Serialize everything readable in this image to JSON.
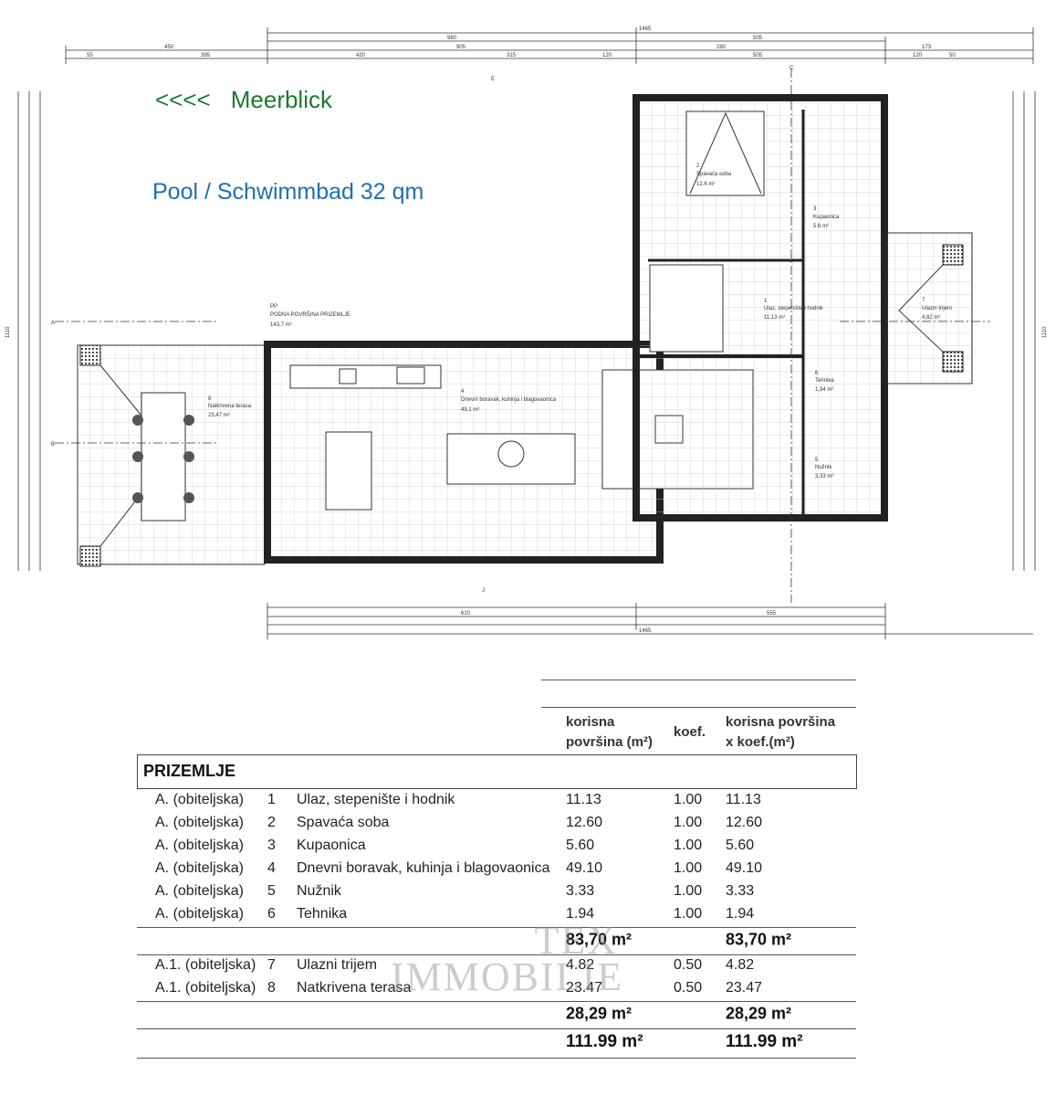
{
  "annotations": {
    "view_arrows": "<<<<",
    "view_label": "Meerblick",
    "pool_label": "Pool / Schwimmbad 32 qm"
  },
  "plan": {
    "floor_code": "PP",
    "floor_name": "PODNA POVRŠINA PRIZEMLJE",
    "floor_area": "143,7 m²",
    "rooms": [
      {
        "num": "1",
        "name": "Ulaz, stepenište i hodnik",
        "area": "11,13 m²"
      },
      {
        "num": "2",
        "name": "Spavaća soba",
        "area": "12,6 m²"
      },
      {
        "num": "3",
        "name": "Kupaonica",
        "area": "5,6 m²"
      },
      {
        "num": "4",
        "name": "Dnevni boravak, kuhinja i blagovaonica",
        "area": "49,1 m²"
      },
      {
        "num": "5",
        "name": "Nužnik",
        "area": "3,33 m²"
      },
      {
        "num": "6",
        "name": "Tehnika",
        "area": "1,94 m²"
      },
      {
        "num": "7",
        "name": "Ulazni trijem",
        "area": "4,82 m²"
      },
      {
        "num": "8",
        "name": "Natkrivena terasa",
        "area": "23,47 m²"
      }
    ],
    "section_marks": [
      "A",
      "B",
      "C",
      "J",
      "E"
    ],
    "dims_top": [
      "1465",
      "960",
      "505",
      "450",
      "905",
      "280",
      "173",
      "55",
      "395",
      "420",
      "315",
      "120",
      "505",
      "120",
      "50"
    ],
    "dims_bottom": [
      "610",
      "555",
      "1465"
    ],
    "dims_side": [
      "1110",
      "1110"
    ]
  },
  "table": {
    "headers": {
      "area": "korisna\npovršina (m²)",
      "koef": "koef.",
      "total": "korisna površina\nx koef.(m²)"
    },
    "section": "PRIZEMLJE",
    "group1": [
      {
        "type": "A. (obiteljska)",
        "num": "1",
        "name": "Ulaz, stepenište i hodnik",
        "area": "11.13",
        "koef": "1.00",
        "total": "11.13"
      },
      {
        "type": "A. (obiteljska)",
        "num": "2",
        "name": "Spavaća soba",
        "area": "12.60",
        "koef": "1.00",
        "total": "12.60"
      },
      {
        "type": "A. (obiteljska)",
        "num": "3",
        "name": "Kupaonica",
        "area": "5.60",
        "koef": "1.00",
        "total": "5.60"
      },
      {
        "type": "A. (obiteljska)",
        "num": "4",
        "name": "Dnevni boravak, kuhinja i blagovaonica",
        "area": "49.10",
        "koef": "1.00",
        "total": "49.10"
      },
      {
        "type": "A. (obiteljska)",
        "num": "5",
        "name": "Nužnik",
        "area": "3.33",
        "koef": "1.00",
        "total": "3.33"
      },
      {
        "type": "A. (obiteljska)",
        "num": "6",
        "name": "Tehnika",
        "area": "1.94",
        "koef": "1.00",
        "total": "1.94"
      }
    ],
    "subtotal1": {
      "area": "83,70 m²",
      "total": "83,70 m²"
    },
    "group2": [
      {
        "type": "A.1. (obiteljska)",
        "num": "7",
        "name": "Ulazni trijem",
        "area": "4.82",
        "koef": "0.50",
        "total": "4.82"
      },
      {
        "type": "A.1. (obiteljska)",
        "num": "8",
        "name": "Natkrivena terasa",
        "area": "23.47",
        "koef": "0.50",
        "total": "23.47"
      }
    ],
    "subtotal2": {
      "area": "28,29 m²",
      "total": "28,29 m²"
    },
    "grand_total": {
      "area": "111.99 m²",
      "total": "111.99 m²"
    }
  },
  "watermark": {
    "line1": "TEX",
    "line2": "IMMOBILIE"
  },
  "colors": {
    "view_label": "#1d7a2a",
    "pool_label": "#1f6fb5",
    "walls": "#222222"
  }
}
